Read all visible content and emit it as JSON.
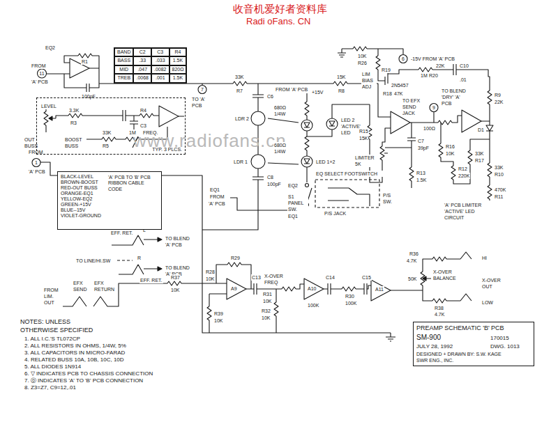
{
  "diagram": {
    "nodes": [
      {
        "text": [
          "BAND",
          "C2",
          "C3",
          "R4",
          "BASS",
          ".33",
          ".033",
          "1.5K",
          "MID",
          ".047",
          ".0082",
          "820Ω",
          "TREB",
          ".0068",
          ".001",
          "1.5K"
        ]
      },
      {
        "text": [
          "TYP. 3 PLCS."
        ]
      },
      {
        "text": [
          "BLACK-LEVEL",
          "BROWN-BOOST",
          "RED-OUT BUSS",
          "ORANGE-EQ1",
          "YELLOW-EQ2",
          "GREEN-+15V",
          "BLUE--15V",
          "VIOLET-GROUND",
          "'A' PCB TO 'B' PCB RIBBON CABLE CODE"
        ]
      },
      {
        "text": [
          "PREAMP SCHEMATIC 'B' PCB",
          "SM-900",
          "170015",
          "JULY 28, 1992",
          "DWG. 1013",
          "DESIGNED + DRAWN BY: S.W. KAGE",
          "SWR ENG., INC."
        ]
      }
    ],
    "labels": [
      "收音机爱好者资料库",
      "Radi oFans. CN",
      "www.radiofans.cn",
      "EQ2",
      "FROM",
      "11",
      "'A' PCB",
      "R1",
      "100pF",
      "LEVEL",
      "3.3K",
      "R3",
      "R4",
      "C3",
      "OUT BUSS",
      "BOOST BUSS",
      "33K",
      "R5",
      "1M",
      "FREQ.",
      "FROM",
      "1",
      "'A' PCB",
      "33K",
      "R7",
      "7",
      "TO 'A' PCB",
      "15K",
      "R8",
      "C6",
      "FROM 'A' PCB",
      "+15V",
      "680Ω 1/4W",
      "LDR 2",
      "LED 2 'ACTIVE' LED",
      "680Ω 1/4W",
      "LDR 1",
      "LED 1+2",
      "EQ SELECT FOOTSWITCH",
      "C8",
      "100pF",
      "EQ1",
      "FROM",
      "'A' PCB",
      "EQ2",
      "EQ1",
      "S1 PANEL SW.",
      "P/S JACK",
      "P/S SW.",
      "10K",
      "R26",
      "6",
      "-15V FROM 'A' PCB",
      "LIM BIAS ADJ",
      "R19",
      "2N5457",
      "22K",
      "C10",
      "1M",
      "R20",
      ".01",
      "R18",
      "47K",
      "TO EFX SEND JACK",
      "9",
      "TO BLEND 'DRY' 'A' PCB",
      "100Ω",
      "C7",
      "39pF",
      "LIMITER 5K",
      "R15",
      "15K",
      "R13",
      "1.5K",
      "R16",
      "10K",
      "R12",
      "220K",
      "D1",
      "R9",
      "22K",
      "33K",
      "R17",
      "33K",
      "R10",
      "470K",
      "R11",
      "'A' PCB LIMITER 'ACTIVE' LED CIRCUIT",
      "EFF. RET.",
      "L",
      "TO BLEND 'A' PCB",
      "TO LINE/HI.SW",
      "R",
      "EFF. RET.",
      "TO BLEND 'A' PCB",
      "FROM LIM. OUT",
      "EFX SEND",
      "EFX RETURN",
      "R37",
      "10K",
      "R29",
      "R28",
      "10K",
      "A9",
      "C13",
      "X-OVER FREQ",
      "R31",
      "10K",
      "R32",
      "10K",
      "A10",
      "100K",
      "C14",
      "R30",
      "100K",
      "C15",
      "A11",
      "R36",
      "4.7K",
      "X-OVER BALANCE",
      "50K",
      "R38",
      "4.7K",
      "HI",
      "X-OVER OUT",
      "LOW",
      "R39",
      "10K",
      "NOTES: UNLESS OTHERWISE SPECIFIED",
      "1. ALL I.C.'S TL072CP",
      "2. ALL RESISTORS IN OHMS, 1/4W, 5%",
      "3. ALL CAPACITORS IN MICRO-FARAD",
      "4. RELATED BUSS 10A, 10B, 10C, 10D",
      "5. ALL DIODES 1N914",
      "6. ▽ INDICATES PCB TO CHASSIS CONNECTION",
      "7. ⓪ INDICATES 'A' TO 'B' PCB CONNECTION",
      "8. Z3=Z7, C9=12,.01"
    ]
  }
}
